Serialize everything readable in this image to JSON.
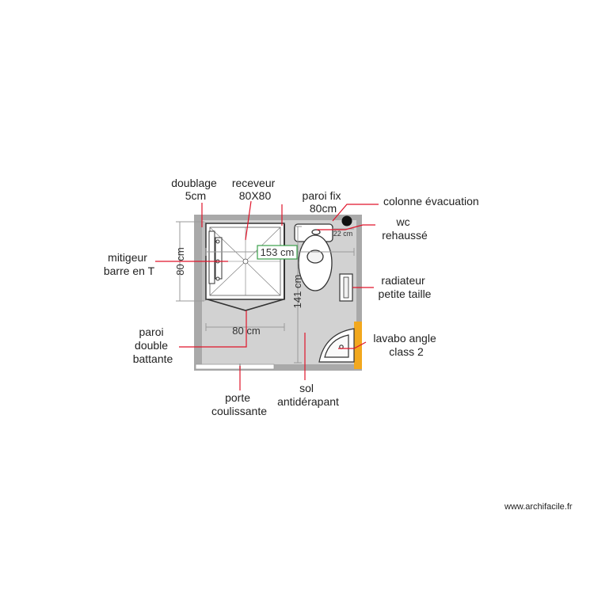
{
  "labels": {
    "doublage": [
      "doublage",
      "5cm"
    ],
    "receveur": [
      "receveur",
      "80X80"
    ],
    "paroi_fix": [
      "paroi fix",
      "80cm"
    ],
    "colonne": [
      "colonne évacuation"
    ],
    "wc": [
      "wc",
      "rehaussé"
    ],
    "mitigeur": [
      "mitigeur",
      "barre en T"
    ],
    "radiateur": [
      "radiateur",
      "petite taille"
    ],
    "paroi_double": [
      "paroi",
      "double",
      "battante"
    ],
    "lavabo": [
      "lavabo angle",
      "class 2"
    ],
    "porte": [
      "porte",
      "coulissante"
    ],
    "sol": [
      "sol",
      "antidérapant"
    ]
  },
  "dimensions": {
    "shower_height": "80 cm",
    "room_width": "153 cm",
    "room_depth": "141 cm",
    "shower_width": "80 cm",
    "wc_gap": "22 cm"
  },
  "credit": "www.archifacile.fr",
  "colors": {
    "wall": "#a9a9a9",
    "floor": "#d2d2d2",
    "leader": "#e0142a",
    "dim_line": "#9a9a9a",
    "accent": "#f2a81e",
    "dim_box": "#3aa04a"
  }
}
